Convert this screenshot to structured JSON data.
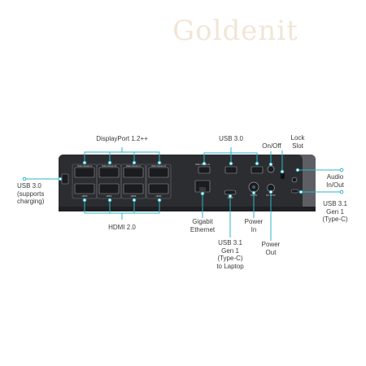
{
  "watermark": {
    "text": "Goldenit"
  },
  "labels": {
    "displayport": "DisplayPort 1.2++",
    "usb30_top": "USB 3.0",
    "onoff": "On/Off",
    "lock_line1": "Lock",
    "lock_line2": "Slot",
    "usb30_left_line1": "USB 3.0",
    "usb30_left_line2": "(supports",
    "usb30_left_line3": "charging)",
    "audio_line1": "Audio",
    "audio_line2": "In/Out",
    "usb31_right_line1": "USB 3.1",
    "usb31_right_line2": "Gen 1",
    "usb31_right_line3": "(Type-C)",
    "hdmi": "HDMI 2.0",
    "gigabit_line1": "Gigabit",
    "gigabit_line2": "Ethernet",
    "powerin_line1": "Power",
    "powerin_line2": "In",
    "usb31_laptop_line1": "USB 3.1",
    "usb31_laptop_line2": "Gen 1",
    "usb31_laptop_line3": "(Type-C)",
    "usb31_laptop_line4": "to Laptop",
    "powerout_line1": "Power",
    "powerout_line2": "Out"
  },
  "device": {
    "video_streams": [
      "Video Stream A",
      "Video Stream B",
      "Video Stream C",
      "Video Stream D"
    ],
    "video_stream_e": "Video Stream E",
    "hdmi_labels": [
      "HDMI",
      "HDMI",
      "HDMI",
      "HDMI"
    ],
    "hdmi_e": "HDMI",
    "power_in_text": "19-20V",
    "power_out_text": "DC 19.5V"
  },
  "colors": {
    "accent": "#2bb6c9",
    "dock": "#2e2f33",
    "dock_side": "#5a5b60"
  }
}
